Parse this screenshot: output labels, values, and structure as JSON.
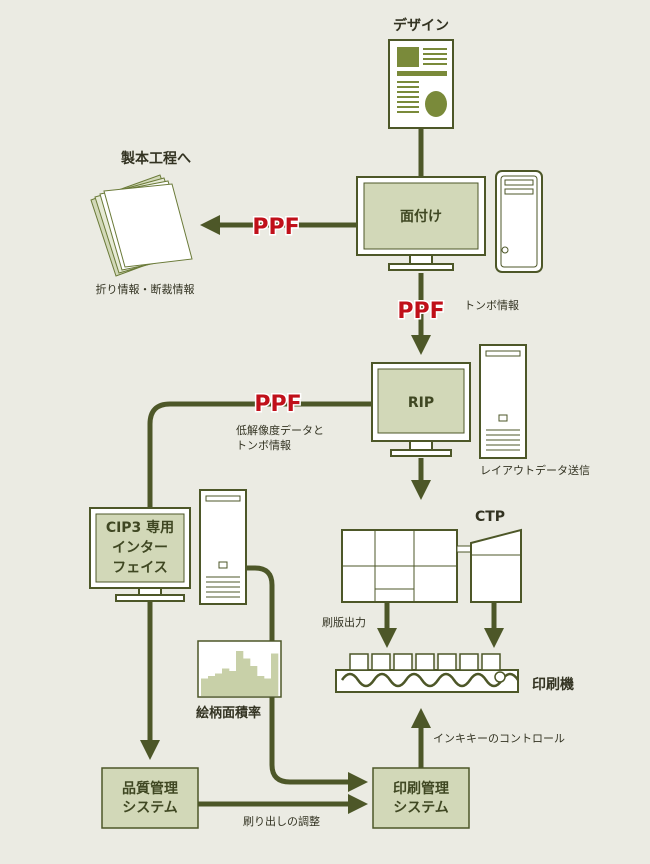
{
  "labels": {
    "design": "デザイン",
    "binding": "製本工程へ",
    "fold_info": "折り情報・断裁情報",
    "imposition": "面付け",
    "crop_marks": "トンボ情報",
    "rip": "RIP",
    "lowres_line1": "低解像度データと",
    "lowres_line2": "トンボ情報",
    "layout_send": "レイアウトデータ送信",
    "cip3_line1": "CIP3 専用",
    "cip3_line2": "インター",
    "cip3_line3": "フェイス",
    "ctp": "CTP",
    "plate_output": "刷版出力",
    "press": "印刷機",
    "coverage": "絵柄面積率",
    "ink_control": "インキキーのコントロール",
    "qms_line1": "品質管理",
    "qms_line2": "システム",
    "pms_line1": "印刷管理",
    "pms_line2": "システム",
    "print_adjust": "刷り出しの調整"
  },
  "ppf_labels": [
    "PPF",
    "PPF",
    "PPF"
  ],
  "coverage_bars": [
    0.35,
    0.4,
    0.45,
    0.55,
    0.5,
    0.9,
    0.75,
    0.6,
    0.4,
    0.35,
    0.85
  ],
  "colors": {
    "background": "#ebebe3",
    "line": "#4d5728",
    "box_fill": "#d2d8b8",
    "ppf_red": "#c0101a",
    "accent_olive": "#7a8a3a"
  }
}
